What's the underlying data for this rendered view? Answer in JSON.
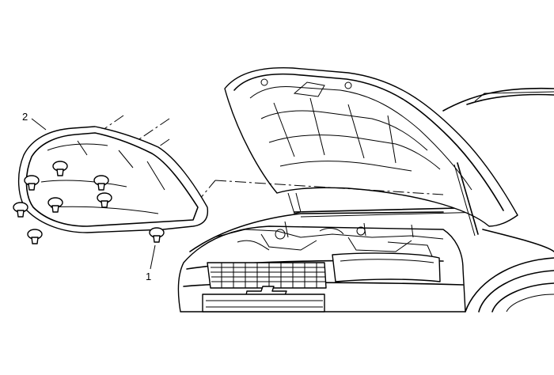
{
  "diagram": {
    "callouts": [
      {
        "id": "1",
        "label": "1"
      },
      {
        "id": "2",
        "label": "2"
      }
    ],
    "line_color": "#000000",
    "background": "#ffffff"
  }
}
